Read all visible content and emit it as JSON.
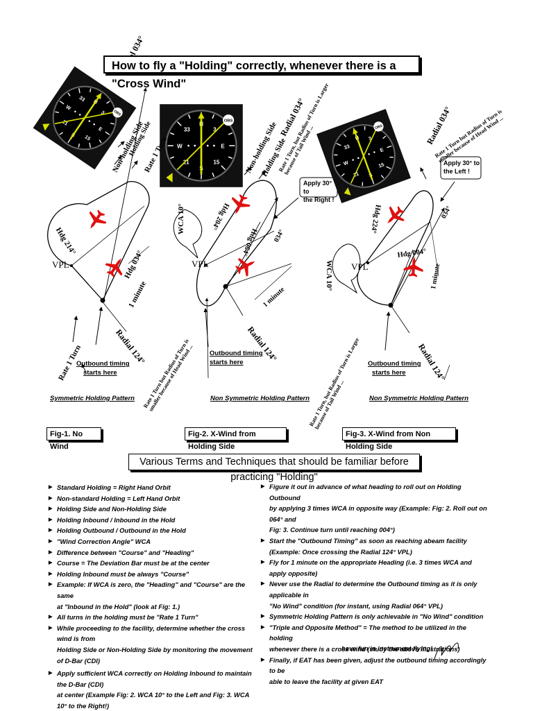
{
  "title": "How to fly a \"Holding\" correctly, whenever there is a \"Cross Wind\"",
  "subtitle": "Various Terms and Techniques that should be familiar before practicing \"Holding\"",
  "figures": [
    {
      "box": "Fig-1. No Wind",
      "caption": "Symmetric Holding Pattern",
      "outbound_timing": [
        "Outbound timing",
        "starts here"
      ],
      "labels": {
        "radial_in": "Radial 034°",
        "radial_out": "Radial 124°",
        "non_holding": "Non-holding Side",
        "holding": "Holding Side",
        "rate_turn_top": "Rate 1 Turn",
        "rate_turn_bottom": "Rate 1 Turn",
        "hdg_in": "Hdg 214°",
        "hdg_out": "Hdg 034°",
        "minute": "1 minute",
        "vpl": "VPL"
      }
    },
    {
      "box": "Fig-2. X-Wind from Holding Side",
      "caption": "Non Symmetric Holding Pattern",
      "outbound_timing": [
        "Outbound timing",
        "starts here"
      ],
      "apply": [
        "Apply 30° to",
        "the Right !"
      ],
      "wca": "WCA 10°",
      "labels": {
        "radial_in": "Radial 034°",
        "radial_out": "Radial 124°",
        "non_holding": "Non-holding Side",
        "holding": "Holding Side",
        "turn_top": "Rate 1 Turn, but Radius of Turn is Larger because of Tail Wind ...",
        "turn_bottom": "Rate 1 Turn but Radius of Turn is smaller because of Head Wind ...",
        "hdg_in": "Hdg 204°",
        "hdg_out": "Hdg 064°",
        "track": "034°",
        "minute": "1 minute",
        "vpl": "VPL"
      }
    },
    {
      "box": "Fig-3. X-Wind from Non Holding Side",
      "caption": "Non Symmetric Holding Pattern",
      "outbound_timing": [
        "Outbound timing",
        "starts here"
      ],
      "apply": [
        "Apply 30° to",
        "the Left !"
      ],
      "wca": "WCA 10°",
      "labels": {
        "radial_in": "Radial 034°",
        "radial_out": "Radial 124°",
        "turn_top": "Rate 1 Turn but Radius of Turn is smaller because of Head Wind ...",
        "turn_bottom": "Rate 1 Turn, but Radius of Turn is Larger because of Tail Wind ...",
        "hdg_in": "Hdg 224°",
        "hdg_out": "Hdg 004°",
        "track": "034°",
        "minute": "1 minute",
        "vpl": "VPL"
      }
    }
  ],
  "left_list": [
    [
      "Standard Holding = Right Hand Orbit"
    ],
    [
      "Non-standard Holding = Left Hand Orbit"
    ],
    [
      "Holding Side and Non-Holding Side"
    ],
    [
      "Holding Inbound / Inbound in the Hold"
    ],
    [
      "Holding Outbound / Outbound in the Hold"
    ],
    [
      "\"Wind Correction Angle\"  WCA"
    ],
    [
      "Difference between \"Course\" and \"Heading\""
    ],
    [
      "Course = The Deviation Bar must be at the center"
    ],
    [
      "Holding Inbound must be always \"Course\""
    ],
    [
      "Example: If WCA is zero, the \"Heading\" and \"Course\" are the same",
      "at \"Inbound in the Hold\" (look at Fig: 1.)"
    ],
    [
      "All turns in the holding must be \"Rate 1 Turn\""
    ],
    [
      "While proceeding to the facility, determine whether the cross wind is from",
      "Holding Side or Non-Holding Side by monitoring the movement of D-Bar (CDI)"
    ],
    [
      "Apply sufficient WCA correctly on Holding Inbound to maintain the D-Bar (CDI)",
      "at center (Example Fig: 2. WCA 10° to the Left and Fig: 3. WCA 10° to the Right!)"
    ]
  ],
  "right_list": [
    [
      "Figure it out in advance of what heading to roll out on Holding Outbound",
      "by applying 3 times WCA in opposite way (Example: Fig: 2. Roll out on 064° and",
      "Fig: 3. Continue turn until reaching 004°)"
    ],
    [
      "Start the \"Outbound Timing\" as soon as reaching abeam facility",
      "(Example: Once crossing the Radial 124° VPL)"
    ],
    [
      "Fly for 1 minute on the appropriate Heading (i.e. 3 times WCA and apply opposite)"
    ],
    [
      "Never use the Radial to determine the Outbound timing as it is only applicable in",
      "\"No Wind\" condition (for instant, using Radial 064° VPL)"
    ],
    [
      "Symmetric Holding Pattern is only achievable in \"No Wind\" condition"
    ],
    [
      "\"Triple and Opposite Method\" = The method to be utilized in the holding",
      "whenever there is a cross wind (study the above illustrations)"
    ],
    [
      "Finally, if EAT has been given, adjust the outbound timing accordingly to be",
      "able to leave the facility at given EAT"
    ]
  ],
  "closing": "have fun in instrument flying!",
  "colors": {
    "plane": "#e01010",
    "cdi_bar": "#d8e000",
    "instrument_bg": "#000000"
  }
}
